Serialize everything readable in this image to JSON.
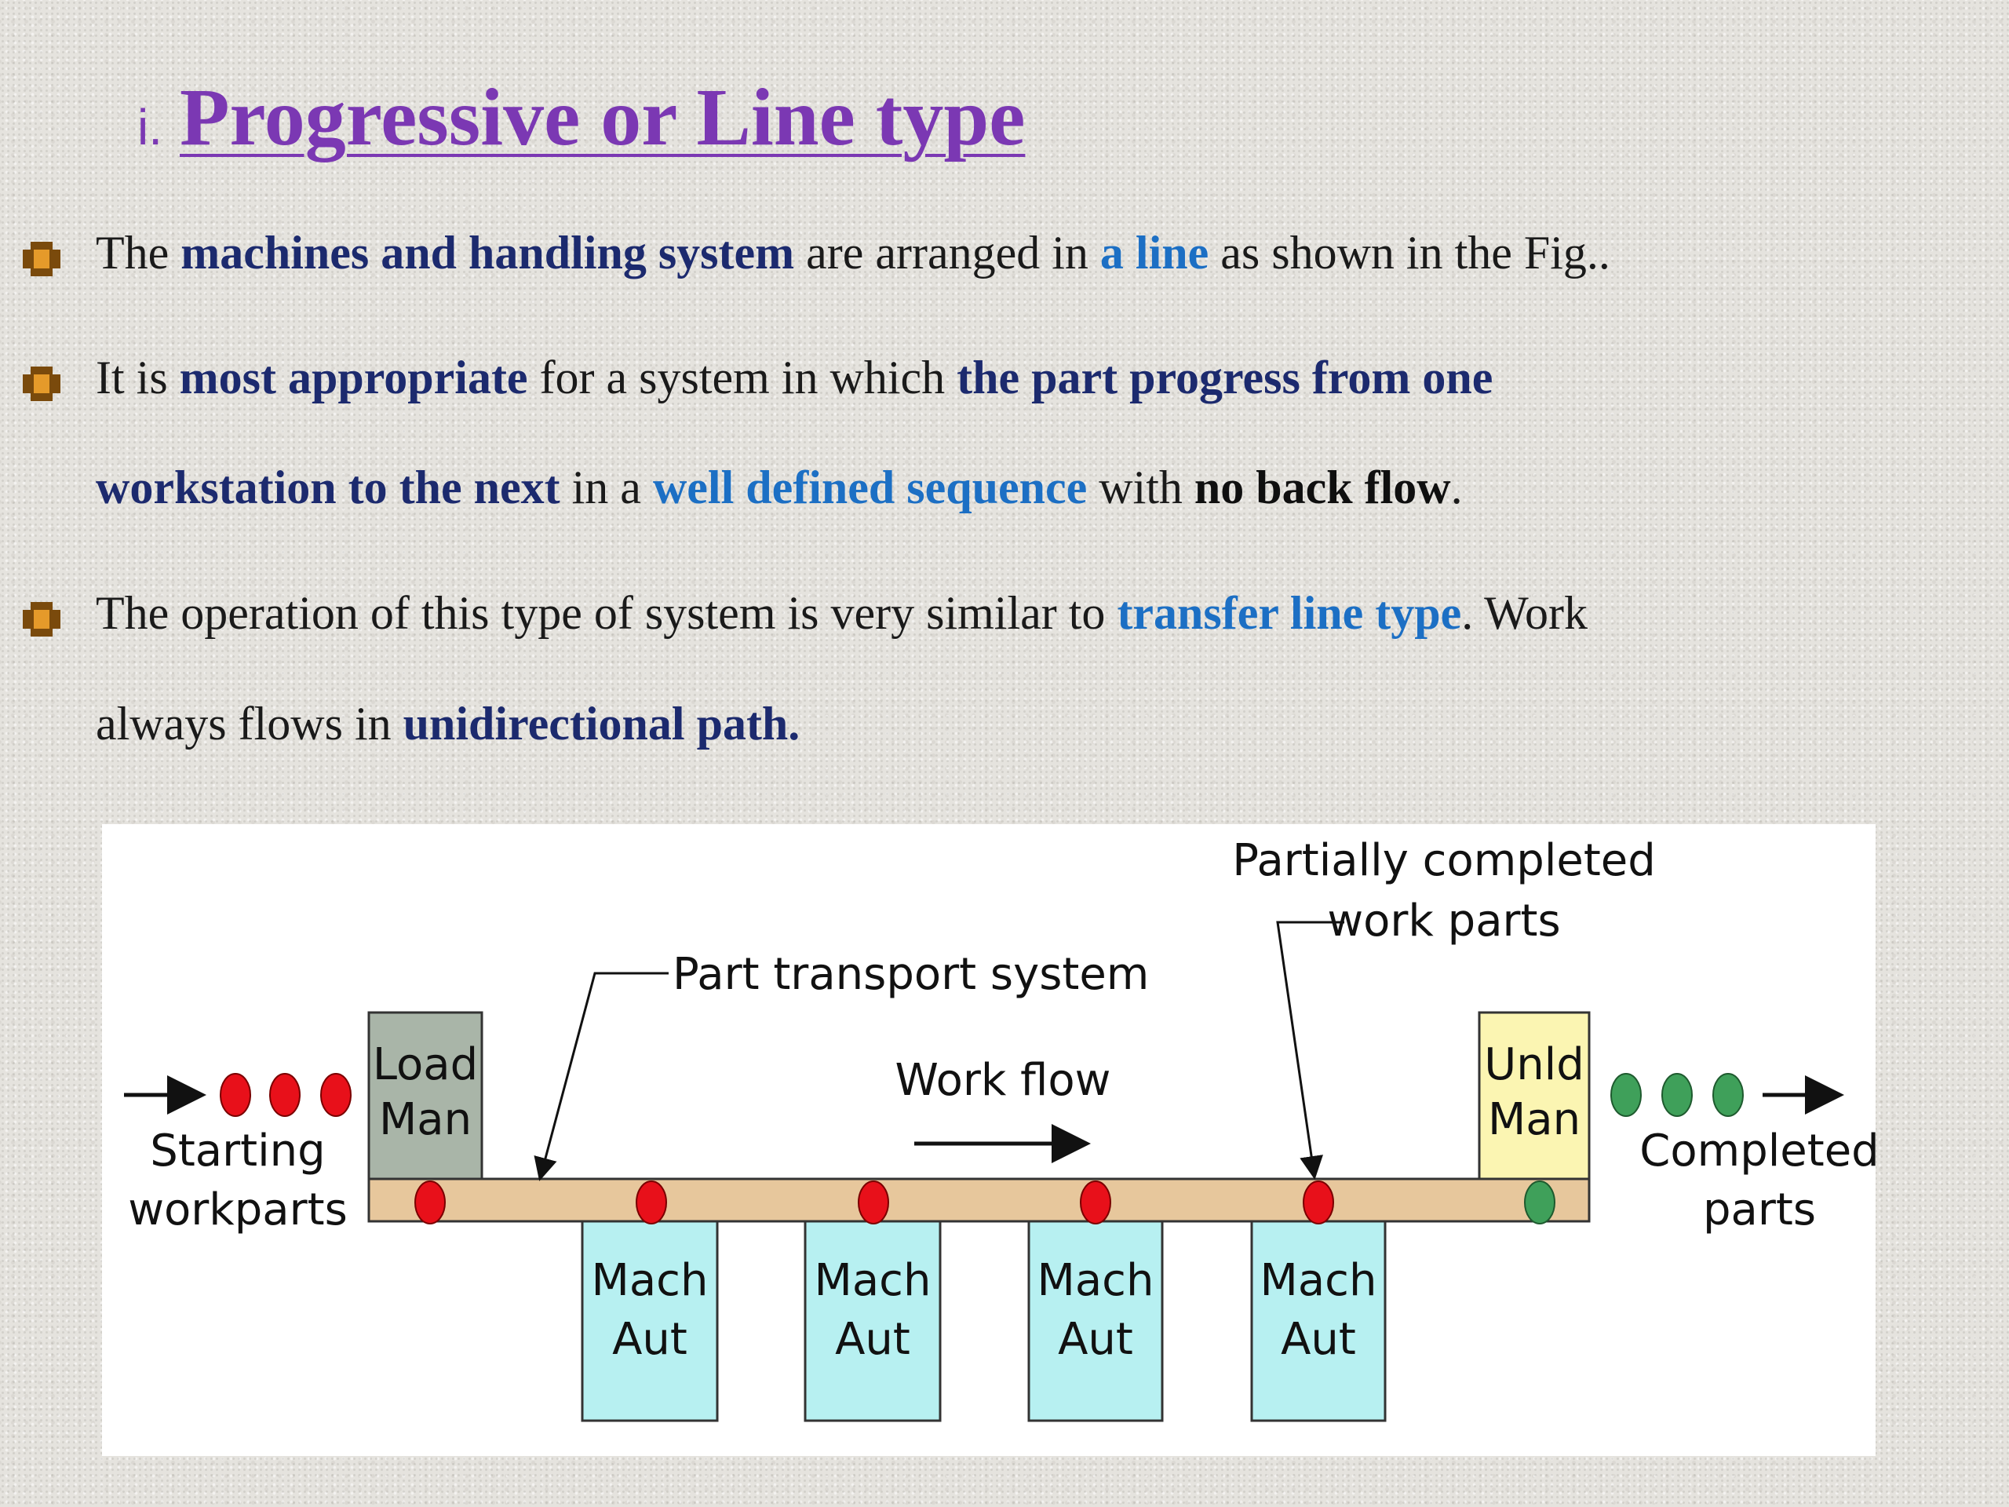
{
  "title": {
    "number": "i.",
    "text": "Progressive or Line type"
  },
  "bullets": [
    {
      "line1": [
        "The ",
        "machines and handling system",
        " are arranged in ",
        "a line",
        " as shown in the Fig.."
      ]
    },
    {
      "line1": [
        "It is ",
        "most appropriate",
        " for a system in which ",
        "the part progress from one"
      ],
      "line2": [
        "workstation to the next",
        " in a ",
        "well defined sequence",
        " with ",
        "no back flow",
        "."
      ]
    },
    {
      "line1": [
        "The operation of this type of system is very similar to ",
        "transfer line type",
        ". Work"
      ],
      "line2": [
        "always flows in ",
        "unidirectional path."
      ]
    }
  ],
  "diagram": {
    "load_station": {
      "line1": "Load",
      "line2": "Man"
    },
    "unload_station": {
      "line1": "Unld",
      "line2": "Man"
    },
    "machines": [
      {
        "line1": "Mach",
        "line2": "Aut"
      },
      {
        "line1": "Mach",
        "line2": "Aut"
      },
      {
        "line1": "Mach",
        "line2": "Aut"
      },
      {
        "line1": "Mach",
        "line2": "Aut"
      }
    ],
    "labels": {
      "starting_1": "Starting",
      "starting_2": "workparts",
      "completed_1": "Completed",
      "completed_2": "parts",
      "transport": "Part transport system",
      "workflow": "Work flow",
      "partial_1": "Partially completed",
      "partial_2": "work parts"
    },
    "colors": {
      "unfinished_part": "#e8101a",
      "finished_part": "#3fa05a",
      "conveyor": "#e7c79c",
      "load_station": "#a9b5a8",
      "unload_station": "#fbf5b2",
      "machine": "#b7f0f1"
    }
  }
}
